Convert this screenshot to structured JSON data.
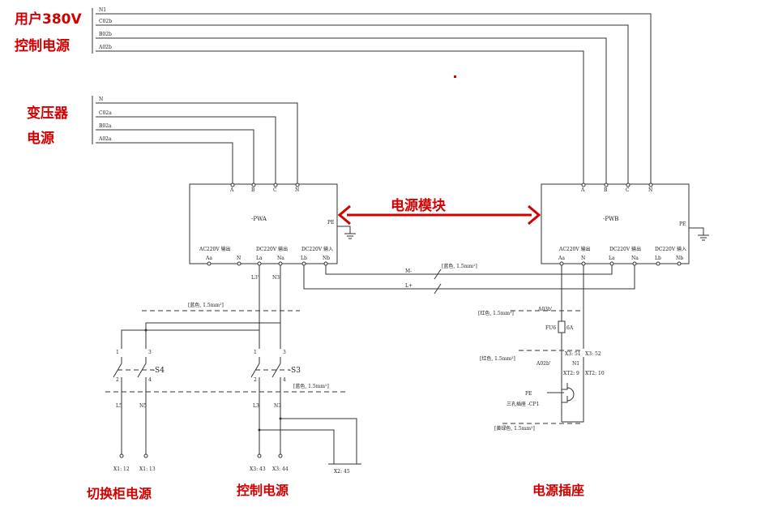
{
  "labels": {
    "user_380v_line1": "用户380V",
    "user_380v_line2": "控制电源",
    "transformer_line1": "变压器",
    "transformer_line2": "电源",
    "power_module": "电源模块",
    "switch_cabinet_power": "切换柜电源",
    "control_power": "控制电源",
    "power_socket": "电源插座"
  },
  "user_bus": [
    "N1",
    "C02b",
    "B02b",
    "A02b"
  ],
  "transformer_bus": [
    "N",
    "C02a",
    "B02a",
    "A02a"
  ],
  "pwa": {
    "name": "-PWA",
    "inputs": [
      "A",
      "B",
      "C",
      "N"
    ],
    "pe": "PE",
    "terminals": [
      "Aa",
      "N",
      "La",
      "Na",
      "Lb",
      "Nb"
    ],
    "group_labels": [
      "AC220V 输出",
      "DC220V 输出",
      "DC220V 输入"
    ]
  },
  "pwb": {
    "name": "-PWB",
    "inputs": [
      "A",
      "B",
      "C",
      "N"
    ],
    "pe": "PE",
    "terminals": [
      "Aa",
      "N",
      "La",
      "Na",
      "Lb",
      "Nb"
    ],
    "group_labels": [
      "AC220V 输出",
      "DC220V 输出",
      "DC220V 输入"
    ]
  },
  "wires": {
    "l3": "L3'",
    "n3": "N3'",
    "m_minus": "M-",
    "l_plus": "L+",
    "blue_15": "[蓝色, 1.5mm²]",
    "red_15": "[红色, 1.5mm²]",
    "red_15_b": "[红色, 1.5mm²]",
    "yg_15": "[黄绿色, 1.5mm²]",
    "blue_15_b": "[蓝色, 1.5mm²]",
    "blue_15_c": "[蓝色, 1.5mm²]"
  },
  "switches": {
    "s4": "-S4",
    "s3": "-S3",
    "pin1": "1",
    "pin2": "2",
    "pin3": "3",
    "pin4": "4"
  },
  "lower": {
    "l5": "L5",
    "n5": "N5",
    "l3": "L3",
    "n3": "N3",
    "x1_12": "X1: 12",
    "x1_13": "X1: 13",
    "x3_43": "X3: 43",
    "x3_44": "X3: 44",
    "x2_stub": "X2: 45"
  },
  "socket": {
    "a03b": "A03b'",
    "fuse": "FU6",
    "fuse_rating": "6A",
    "x3_51": "X3: 51",
    "x3_52": "X3: 52",
    "a02b": "A02b'",
    "n1": "N1",
    "xt2_9": "XT2: 9",
    "xt2_10": "XT2: 10",
    "pe": "PE",
    "cp1": "三孔插座 -CP1"
  }
}
